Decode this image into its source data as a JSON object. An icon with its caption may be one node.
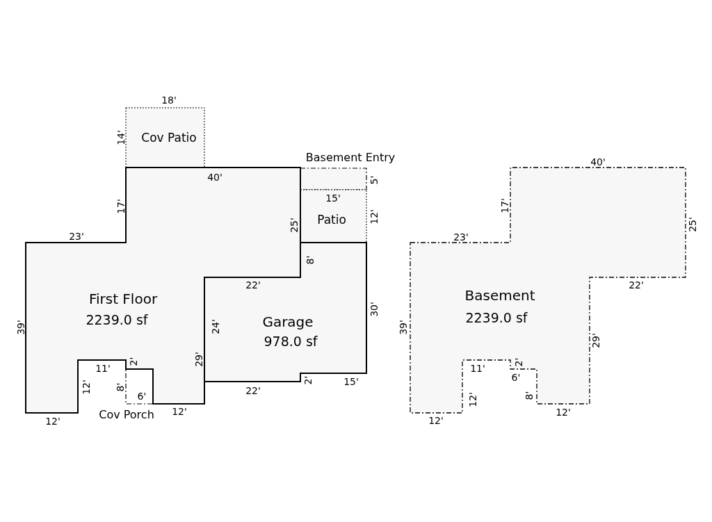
{
  "diagram": {
    "nodes": [
      {
        "text": [
          "Cov Patio"
        ]
      },
      {
        "text": [
          "Basement Entry"
        ]
      },
      {
        "text": [
          "Patio"
        ]
      },
      {
        "text": [
          "First Floor",
          "2239.0 sf"
        ]
      },
      {
        "text": [
          "Garage",
          "978.0 sf"
        ]
      },
      {
        "text": [
          "Cov Porch"
        ]
      },
      {
        "text": [
          "Basement",
          "2239.0 sf"
        ]
      }
    ],
    "labels": [
      "18'",
      "14'",
      "40'",
      "5'",
      "15'",
      "17'",
      "12'",
      "25'",
      "23'",
      "8'",
      "22'",
      "30'",
      "39'",
      "24'",
      "2'",
      "29'",
      "11'",
      "12'",
      "8'",
      "6'",
      "22'",
      "2'",
      "15'",
      "12'",
      "12'",
      "40'",
      "17'",
      "25'",
      "23'",
      "22'",
      "39'",
      "29'",
      "2'",
      "11'",
      "6'",
      "8'",
      "12'",
      "12'",
      "12'"
    ]
  }
}
